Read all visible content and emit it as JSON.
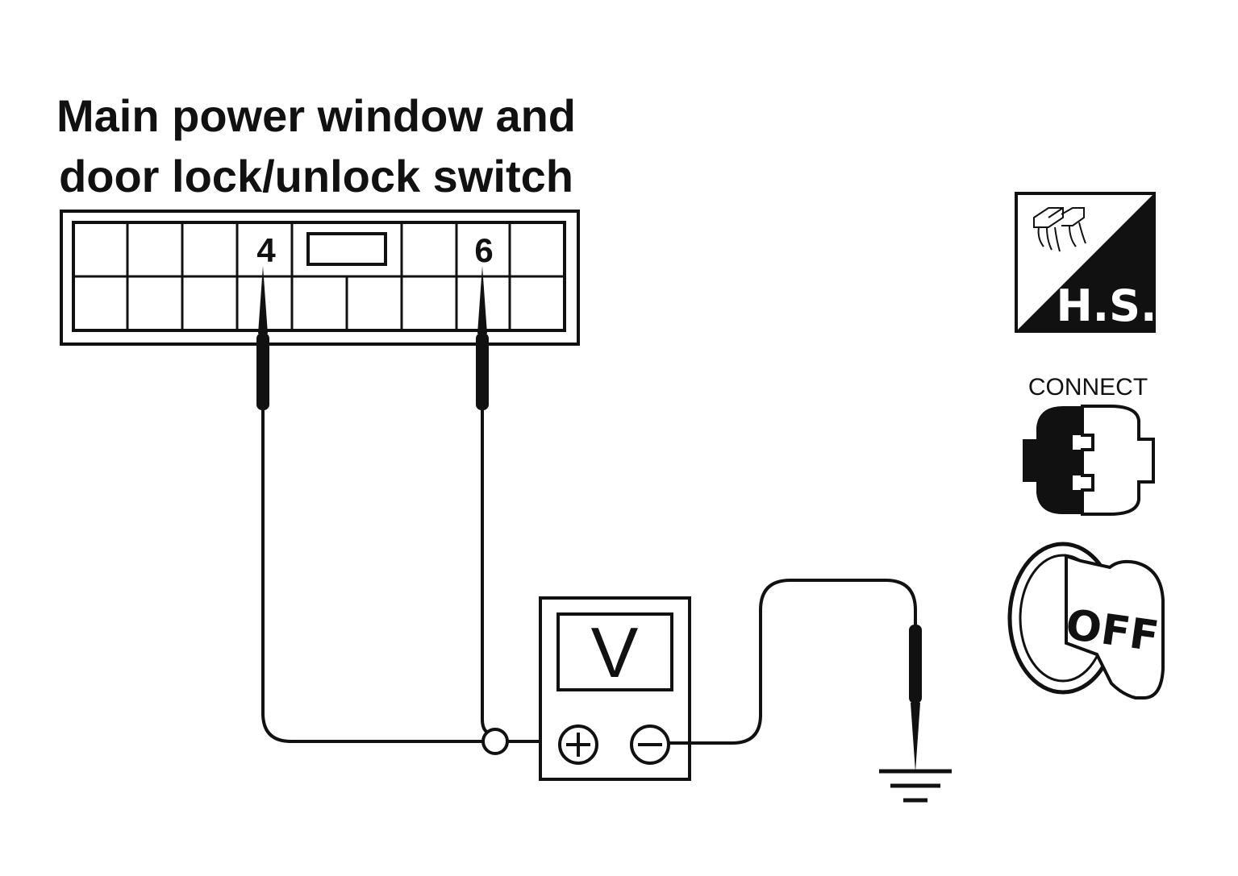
{
  "title": {
    "line1": "Main power window and",
    "line2": "door lock/unlock switch"
  },
  "connector": {
    "pin_left": "4",
    "pin_right": "6"
  },
  "meter": {
    "label": "V",
    "plus_symbol": "+",
    "minus_symbol": "−"
  },
  "icons": {
    "harness_side_label": "H.S.",
    "connect_label": "CONNECT",
    "ignition_label": "OFF"
  }
}
